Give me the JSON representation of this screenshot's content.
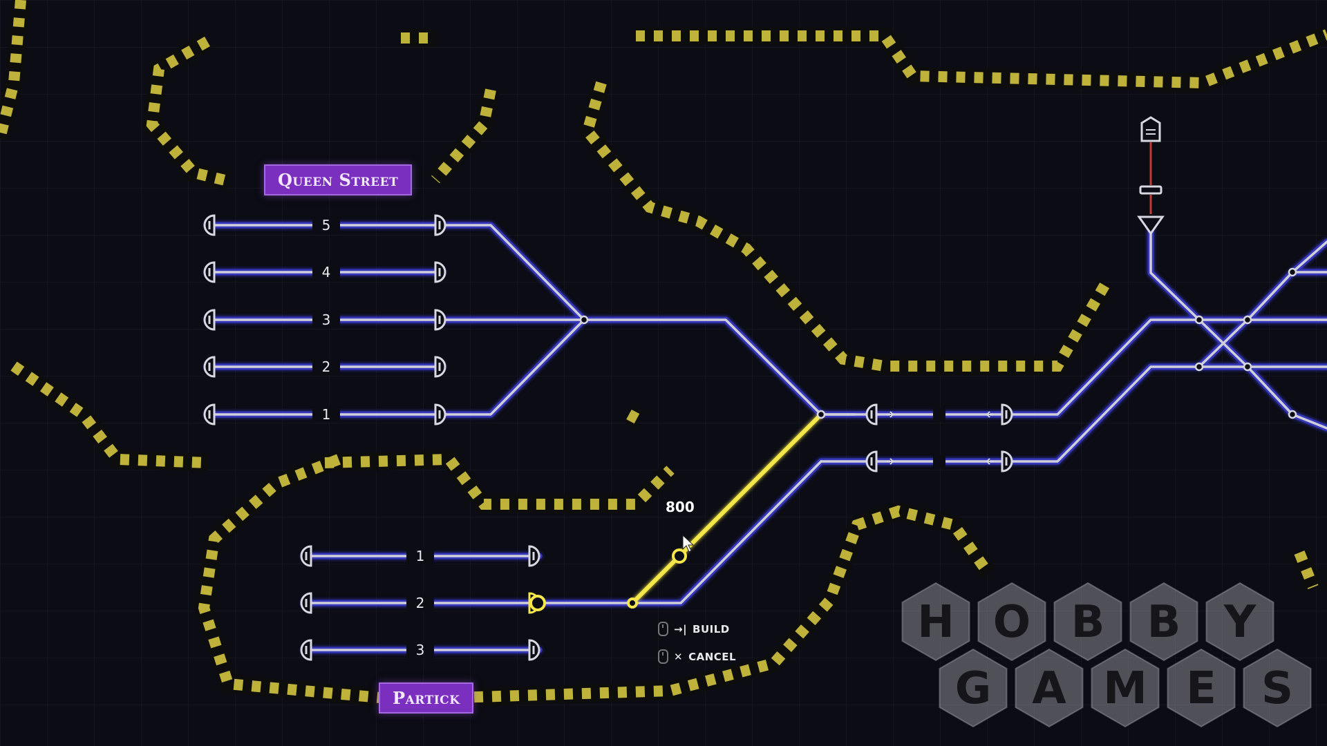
{
  "stations": {
    "queen_street": {
      "name": "Queen Street",
      "platforms": [
        "5",
        "4",
        "3",
        "2",
        "1"
      ]
    },
    "partick": {
      "name": "Partick",
      "platforms": [
        "1",
        "2",
        "3"
      ]
    }
  },
  "build_preview": {
    "cost": "800"
  },
  "controls": {
    "build_label": "BUILD",
    "cancel_label": "CANCEL",
    "build_glyph": "→|",
    "cancel_glyph": "✕"
  },
  "watermark": {
    "row1": [
      "H",
      "O",
      "B",
      "B",
      "Y"
    ],
    "row2": [
      "G",
      "A",
      "M",
      "E",
      "S"
    ]
  },
  "colors": {
    "background": "#0b0c14",
    "track_core": "#c8c8d2",
    "track_glow": "#3a3acc",
    "preview_track": "#f5e64a",
    "hazard": "#bfb23a",
    "station_label_bg": "#7b2fbf"
  },
  "icons": {
    "depot": "depot-icon",
    "signal": "signal-icon",
    "buffer": "buffer-stop-icon",
    "mouse": "mouse-icon",
    "cursor": "cursor-icon"
  }
}
